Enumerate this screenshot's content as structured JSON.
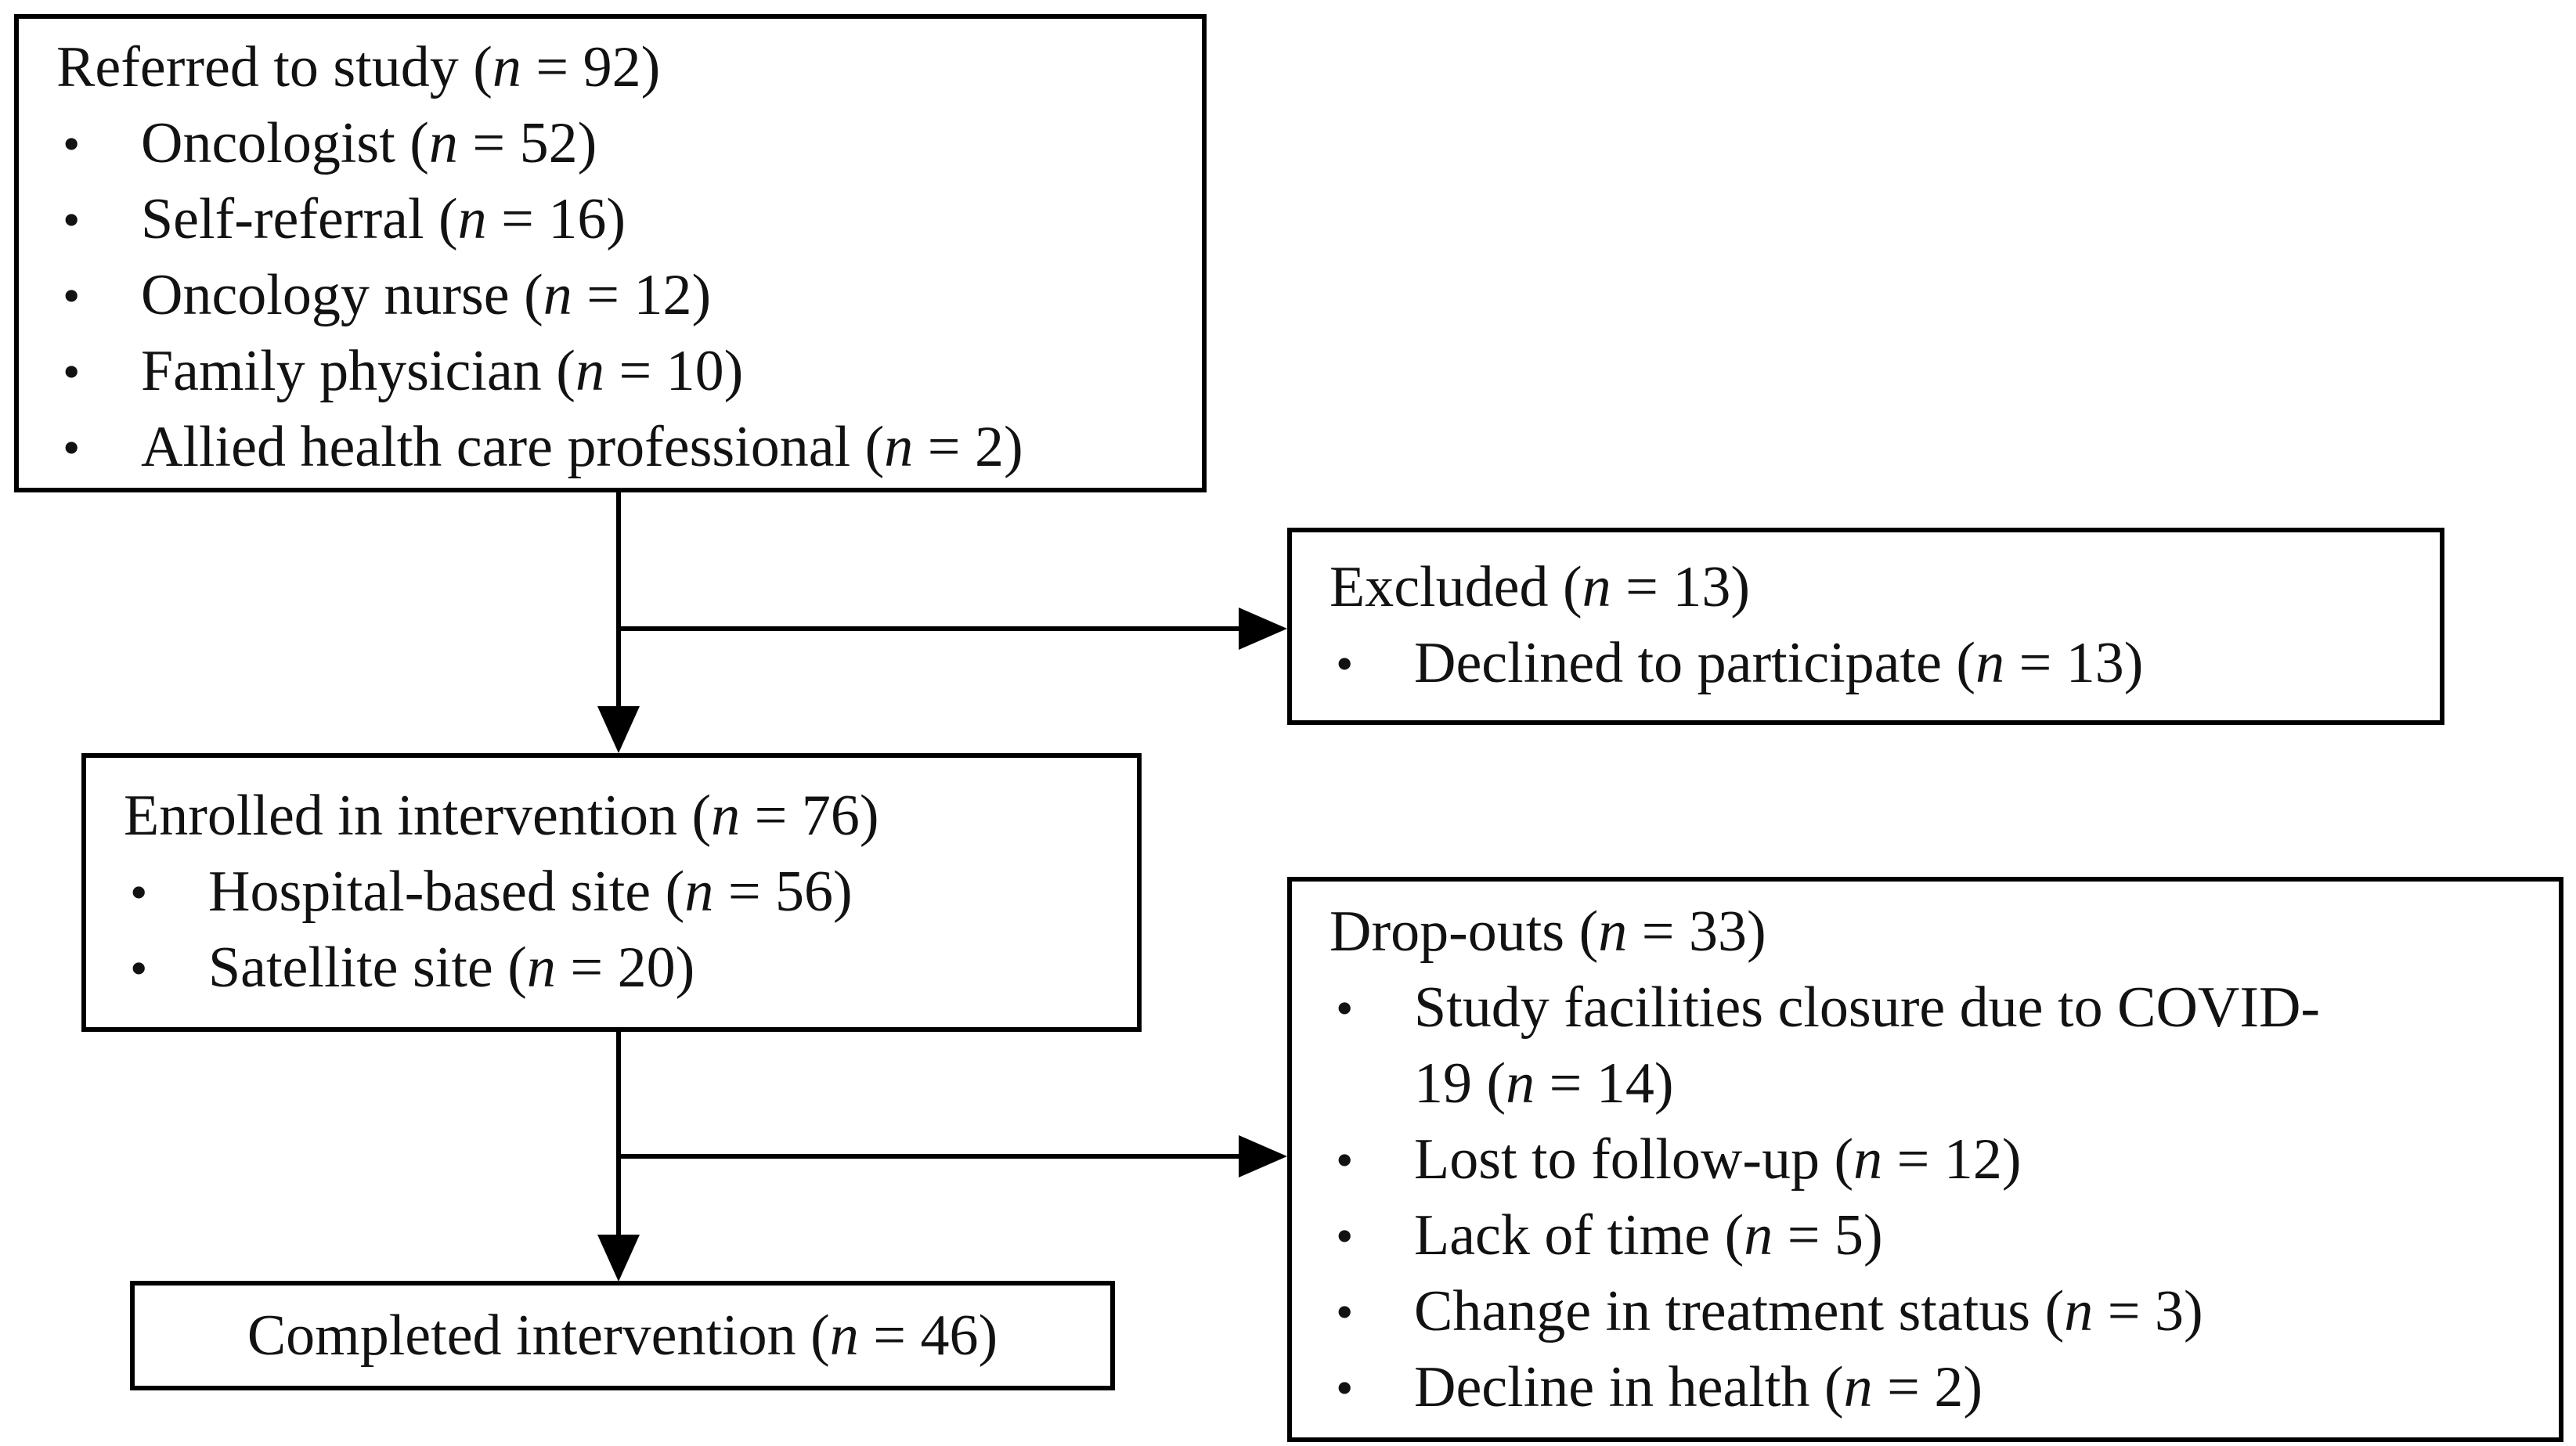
{
  "figure": {
    "background_color": "#ffffff",
    "line_color": "#000000",
    "text_color": "#121212",
    "bullet_char": "•"
  },
  "boxes": {
    "referred": {
      "title": {
        "text": "Referred to study",
        "n": "92"
      },
      "items": [
        {
          "text": "Oncologist",
          "n": "52"
        },
        {
          "text": "Self-referral",
          "n": "16"
        },
        {
          "text": "Oncology nurse",
          "n": "12"
        },
        {
          "text": "Family physician",
          "n": "10"
        },
        {
          "text": "Allied health care professional",
          "n": "2"
        }
      ]
    },
    "excluded": {
      "title": {
        "text": "Excluded",
        "n": "13"
      },
      "items": [
        {
          "text": "Declined to participate",
          "n": "13"
        }
      ]
    },
    "enrolled": {
      "title": {
        "text": "Enrolled in intervention",
        "n": "76"
      },
      "items": [
        {
          "text": "Hospital-based site",
          "n": "56"
        },
        {
          "text": "Satellite site",
          "n": "20"
        }
      ]
    },
    "dropouts": {
      "title": {
        "text": "Drop-outs",
        "n": "33"
      },
      "items": [
        {
          "text": "Study facilities closure due to COVID-",
          "text2": "19",
          "n": "14"
        },
        {
          "text": "Lost to follow-up",
          "n": "12"
        },
        {
          "text": "Lack of time",
          "n": "5"
        },
        {
          "text": "Change in treatment status",
          "n": "3"
        },
        {
          "text": "Decline in health",
          "n": "2"
        }
      ]
    },
    "completed": {
      "title": {
        "text": "Completed intervention",
        "n": "46"
      }
    }
  }
}
